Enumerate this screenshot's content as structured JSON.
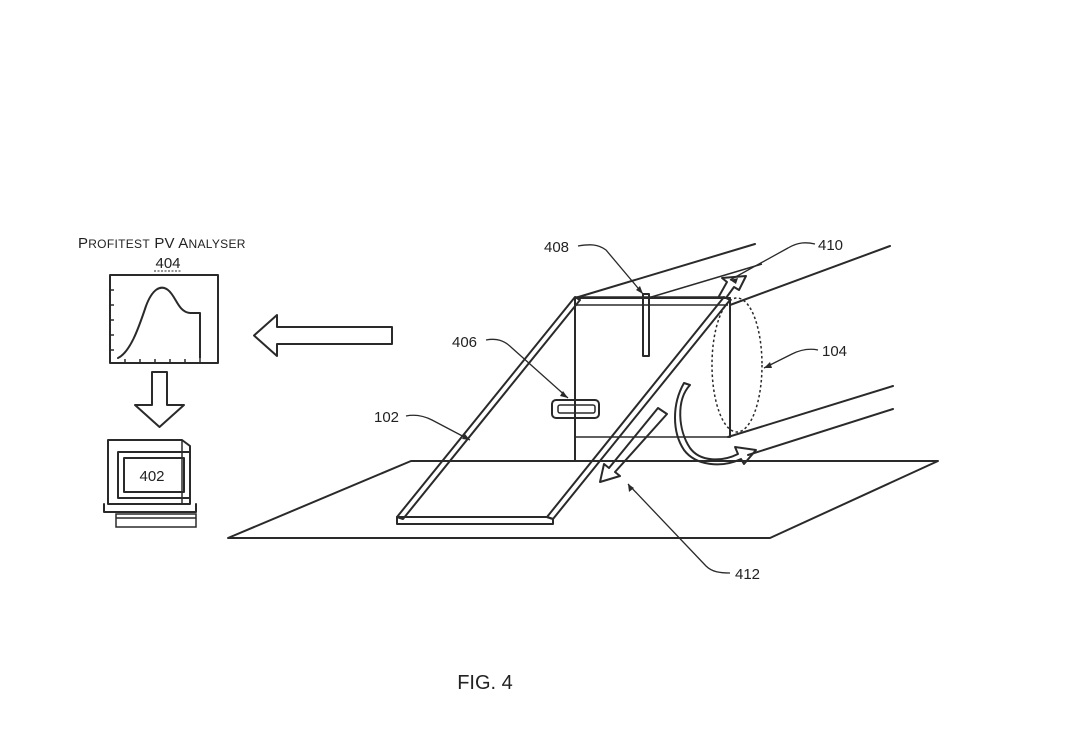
{
  "analyser": {
    "title_part1": "P",
    "title_part2": "ROFITEST",
    "title_part3": " PV A",
    "title_part4": "NALYSER",
    "ref": "404"
  },
  "refs": {
    "computer": "402",
    "panel": "102",
    "fan": "104",
    "sensor_406": "406",
    "divider_408": "408",
    "arrow_410": "410",
    "arrow_412": "412"
  },
  "caption": "FIG. 4"
}
